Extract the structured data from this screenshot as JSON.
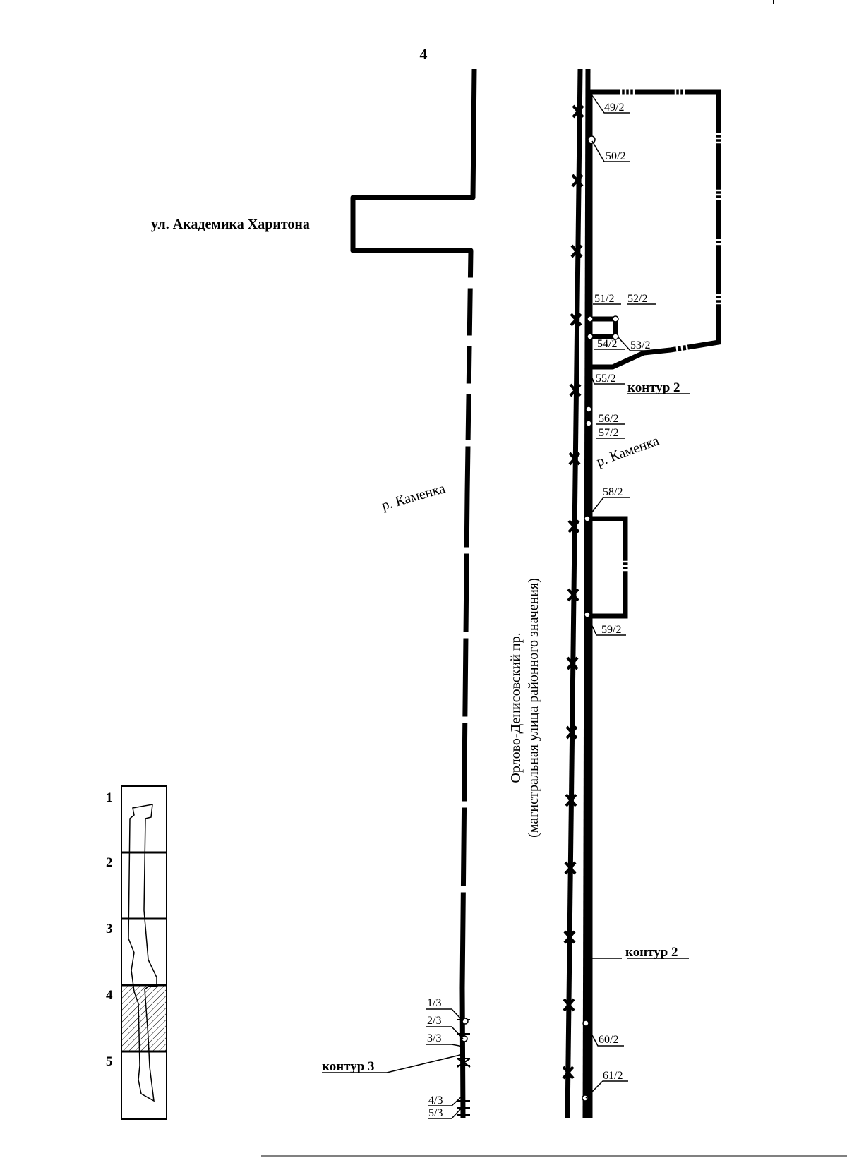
{
  "page_number": "4",
  "streets": {
    "kharitona": "ул. Академика Харитона",
    "road_name": "Орлово-Денисовский пр.",
    "road_class": "(магистральная улица районного значения)"
  },
  "rivers": {
    "kamenka_left": "р. Каменка",
    "kamenka_right": "р. Каменка"
  },
  "contours": {
    "contour2_upper": "контур 2",
    "contour2_lower": "контур 2",
    "contour3": "контур 3"
  },
  "points": {
    "p49": "49/2",
    "p50": "50/2",
    "p51": "51/2",
    "p52": "52/2",
    "p53": "53/2",
    "p54": "54/2",
    "p55": "55/2",
    "p56": "56/2",
    "p57": "57/2",
    "p58": "58/2",
    "p59": "59/2",
    "p60": "60/2",
    "p61": "61/2",
    "p13": "1/3",
    "p23": "2/3",
    "p33": "3/3",
    "p43": "4/3",
    "p53b": "5/3"
  },
  "key_map": {
    "sections": [
      "1",
      "2",
      "3",
      "4",
      "5"
    ],
    "highlighted_section": "4"
  }
}
